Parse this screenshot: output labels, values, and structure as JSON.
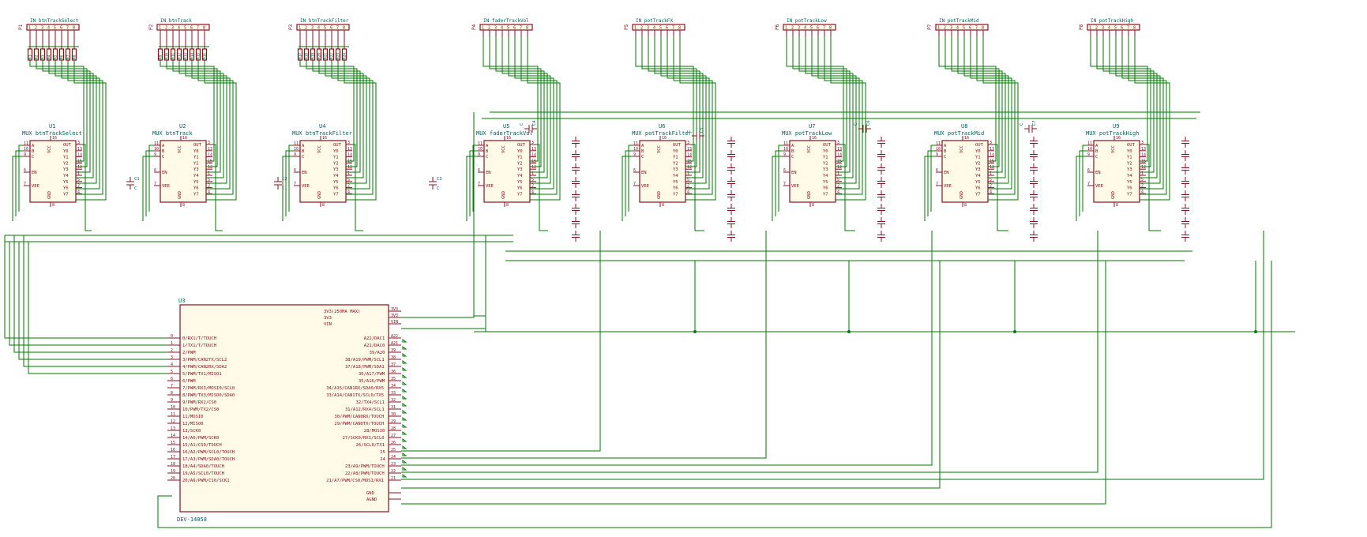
{
  "connectors": [
    {
      "ref": "P1",
      "name": "IN btnTrackSelect"
    },
    {
      "ref": "P2",
      "name": "IN btnTrack"
    },
    {
      "ref": "P3",
      "name": "IN btnTrackFilter"
    },
    {
      "ref": "P4",
      "name": "IN faderTrackVol"
    },
    {
      "ref": "P5",
      "name": "IN potTrackFX"
    },
    {
      "ref": "P6",
      "name": "IN potTrackLow"
    },
    {
      "ref": "P7",
      "name": "IN potTrackMid"
    },
    {
      "ref": "P8",
      "name": "IN potTrackHigh"
    }
  ],
  "resistor_refs": [
    "R1",
    "R2",
    "R3",
    "R4",
    "R5",
    "R6",
    "R7",
    "R8",
    "R9",
    "R10",
    "R11",
    "R12",
    "R13",
    "R14",
    "R15",
    "R16",
    "R17",
    "R18",
    "R19",
    "R20",
    "R21",
    "R22",
    "R23",
    "R24"
  ],
  "muxes": [
    {
      "ref": "U1",
      "name": "MUX btnTrackSelect"
    },
    {
      "ref": "U2",
      "name": "MUX btnTrack"
    },
    {
      "ref": "U4",
      "name": "MUX btnTrackFilter"
    },
    {
      "ref": "U5",
      "name": "MUX faderTrackVol"
    },
    {
      "ref": "U6",
      "name": "MUX potTrackFilter"
    },
    {
      "ref": "U7",
      "name": "MUX potTrackLow"
    },
    {
      "ref": "U8",
      "name": "MUX potTrackMid"
    },
    {
      "ref": "U9",
      "name": "MUX potTrackHigh"
    }
  ],
  "mux_pins_left": [
    "A",
    "B",
    "C",
    "EN",
    "VEE"
  ],
  "mux_pins_left_nums": [
    "11",
    "10",
    "9",
    "6",
    "7"
  ],
  "mux_pins_right": [
    "OUT",
    "Y0",
    "Y1",
    "Y2",
    "Y3",
    "Y4",
    "Y5",
    "Y6",
    "Y7"
  ],
  "mux_pins_right_nums": [
    "3",
    "13",
    "14",
    "15",
    "12",
    "1",
    "5",
    "2",
    "4"
  ],
  "mux_pins_inner": [
    "VCC",
    "GND"
  ],
  "mux_pins_inner_nums": [
    "16",
    "8"
  ],
  "bypass_caps": [
    "C1",
    "C2",
    "C3",
    "C4",
    "C5",
    "C6",
    "C7"
  ],
  "cap_value": "C",
  "mcu": {
    "ref": "U3",
    "part": "DEV-14058",
    "left_pins": [
      {
        "num": "0",
        "name": "0/RX1/T/TOUCH"
      },
      {
        "num": "1",
        "name": "1/TX1/T/TOUCH"
      },
      {
        "num": "2",
        "name": "2/PWM"
      },
      {
        "num": "3",
        "name": "3/PWM/CAN2TX/SCL2"
      },
      {
        "num": "4",
        "name": "4/PWM/CAN2RX/SDA2"
      },
      {
        "num": "5",
        "name": "5/PWM/TX1/MISO1"
      },
      {
        "num": "6",
        "name": "6/PWM"
      },
      {
        "num": "7",
        "name": "7/PWM/RX3/MOSI0/SCL0"
      },
      {
        "num": "8",
        "name": "8/PWM/TX3/MISO0/SDA0"
      },
      {
        "num": "9",
        "name": "9/PWM/RX2/CS0"
      },
      {
        "num": "10",
        "name": "10/PWM/TX2/CS0"
      },
      {
        "num": "11",
        "name": "11/MOSI0"
      },
      {
        "num": "12",
        "name": "12/MISO0"
      },
      {
        "num": "13",
        "name": "13/SCK0"
      },
      {
        "num": "14",
        "name": "14/A0/PWM/SCK0"
      },
      {
        "num": "15",
        "name": "15/A1/CS0/TOUCH"
      },
      {
        "num": "16",
        "name": "16/A2/PWM/SCL0/TOUCH"
      },
      {
        "num": "17",
        "name": "17/A3/PWM/SDA0/TOUCH"
      },
      {
        "num": "18",
        "name": "18/A4/SDA0/TOUCH"
      },
      {
        "num": "19",
        "name": "19/A5/SCL0/TOUCH"
      },
      {
        "num": "20",
        "name": "20/A6/PWM/CS0/SCK1"
      }
    ],
    "right_top_pins": [
      {
        "num": "3V3",
        "name": "3V3(250MA MAX)"
      },
      {
        "num": "3V3",
        "name": "3V3"
      },
      {
        "num": "VIN",
        "name": "VIN"
      }
    ],
    "right_pins": [
      {
        "num": "A22",
        "name": "A22/DAC1"
      },
      {
        "num": "A21",
        "name": "A21/DAC0"
      },
      {
        "num": "39",
        "name": "39/A20"
      },
      {
        "num": "38",
        "name": "38/A19/PWM/SCL1"
      },
      {
        "num": "37",
        "name": "37/A18/PWM/SDA1"
      },
      {
        "num": "36",
        "name": "36/A17/PWM"
      },
      {
        "num": "35",
        "name": "35/A16/PWM"
      },
      {
        "num": "34",
        "name": "34/A15/CAN1RX/SDA0/RX5"
      },
      {
        "num": "33",
        "name": "33/A14/CAN1TX/SCL0/TX5"
      },
      {
        "num": "32",
        "name": "32/TX4/SCL1"
      },
      {
        "num": "31",
        "name": "31/A12/RX4/SCL1"
      },
      {
        "num": "30",
        "name": "30/PWM/CAN0RX/TOUCH"
      },
      {
        "num": "29",
        "name": "29/PWM/CAN0TX/TOUCH"
      },
      {
        "num": "28",
        "name": "28/MOSI0"
      },
      {
        "num": "27",
        "name": "27/SCK0/RX1/SCL0"
      },
      {
        "num": "26",
        "name": "26/SCL0/TX1"
      },
      {
        "num": "25",
        "name": "25"
      },
      {
        "num": "24",
        "name": "24"
      },
      {
        "num": "23",
        "name": "23/A9/PWM/TOUCH"
      },
      {
        "num": "22",
        "name": "22/A8/PWM/TOUCH"
      },
      {
        "num": "21",
        "name": "21/A7/PWM/CS0/MOSI/RX1"
      }
    ],
    "right_bottom_pins": [
      {
        "num": "GND",
        "name": "GND"
      },
      {
        "num": "AGND",
        "name": "AGND"
      }
    ]
  }
}
